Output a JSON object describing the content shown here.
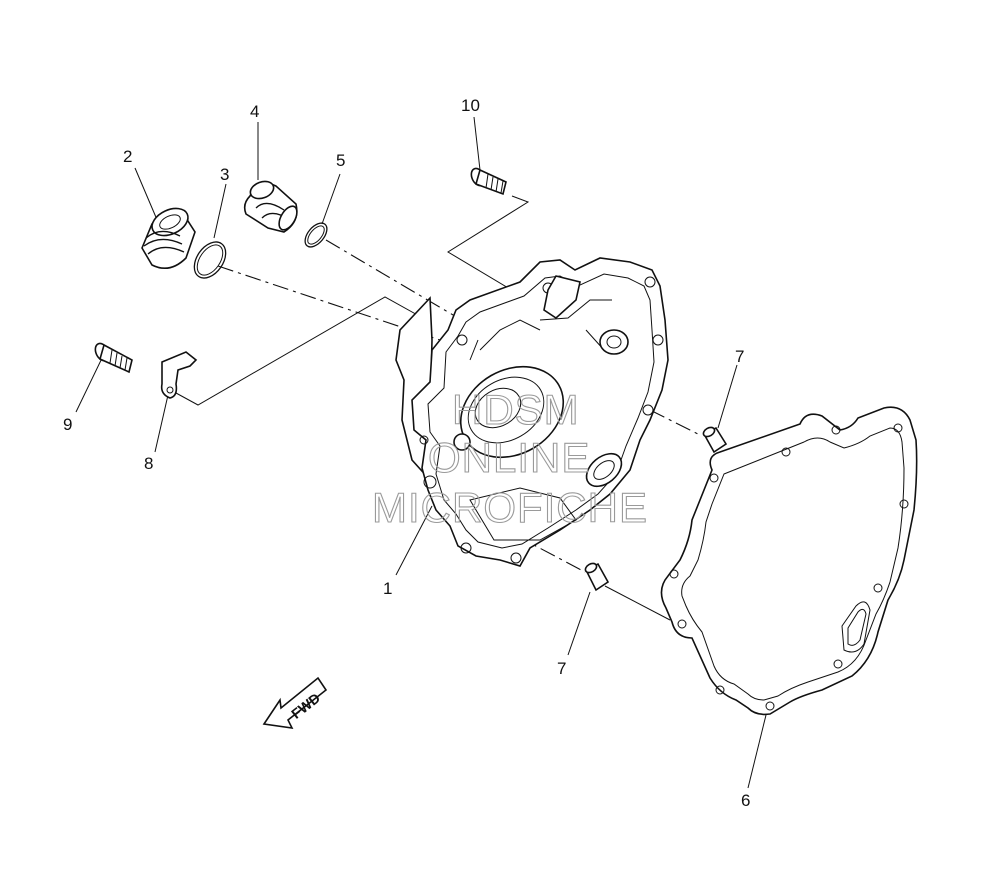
{
  "callouts": {
    "c1": "1",
    "c2": "2",
    "c3": "3",
    "c4": "4",
    "c5": "5",
    "c6": "6",
    "c7a": "7",
    "c7b": "7",
    "c8": "8",
    "c9": "9",
    "c10": "10"
  },
  "fwd_label": "FWD",
  "watermark": {
    "line1": "HDSM",
    "line2": "ONLINE",
    "line3": "MICROFICHE"
  }
}
